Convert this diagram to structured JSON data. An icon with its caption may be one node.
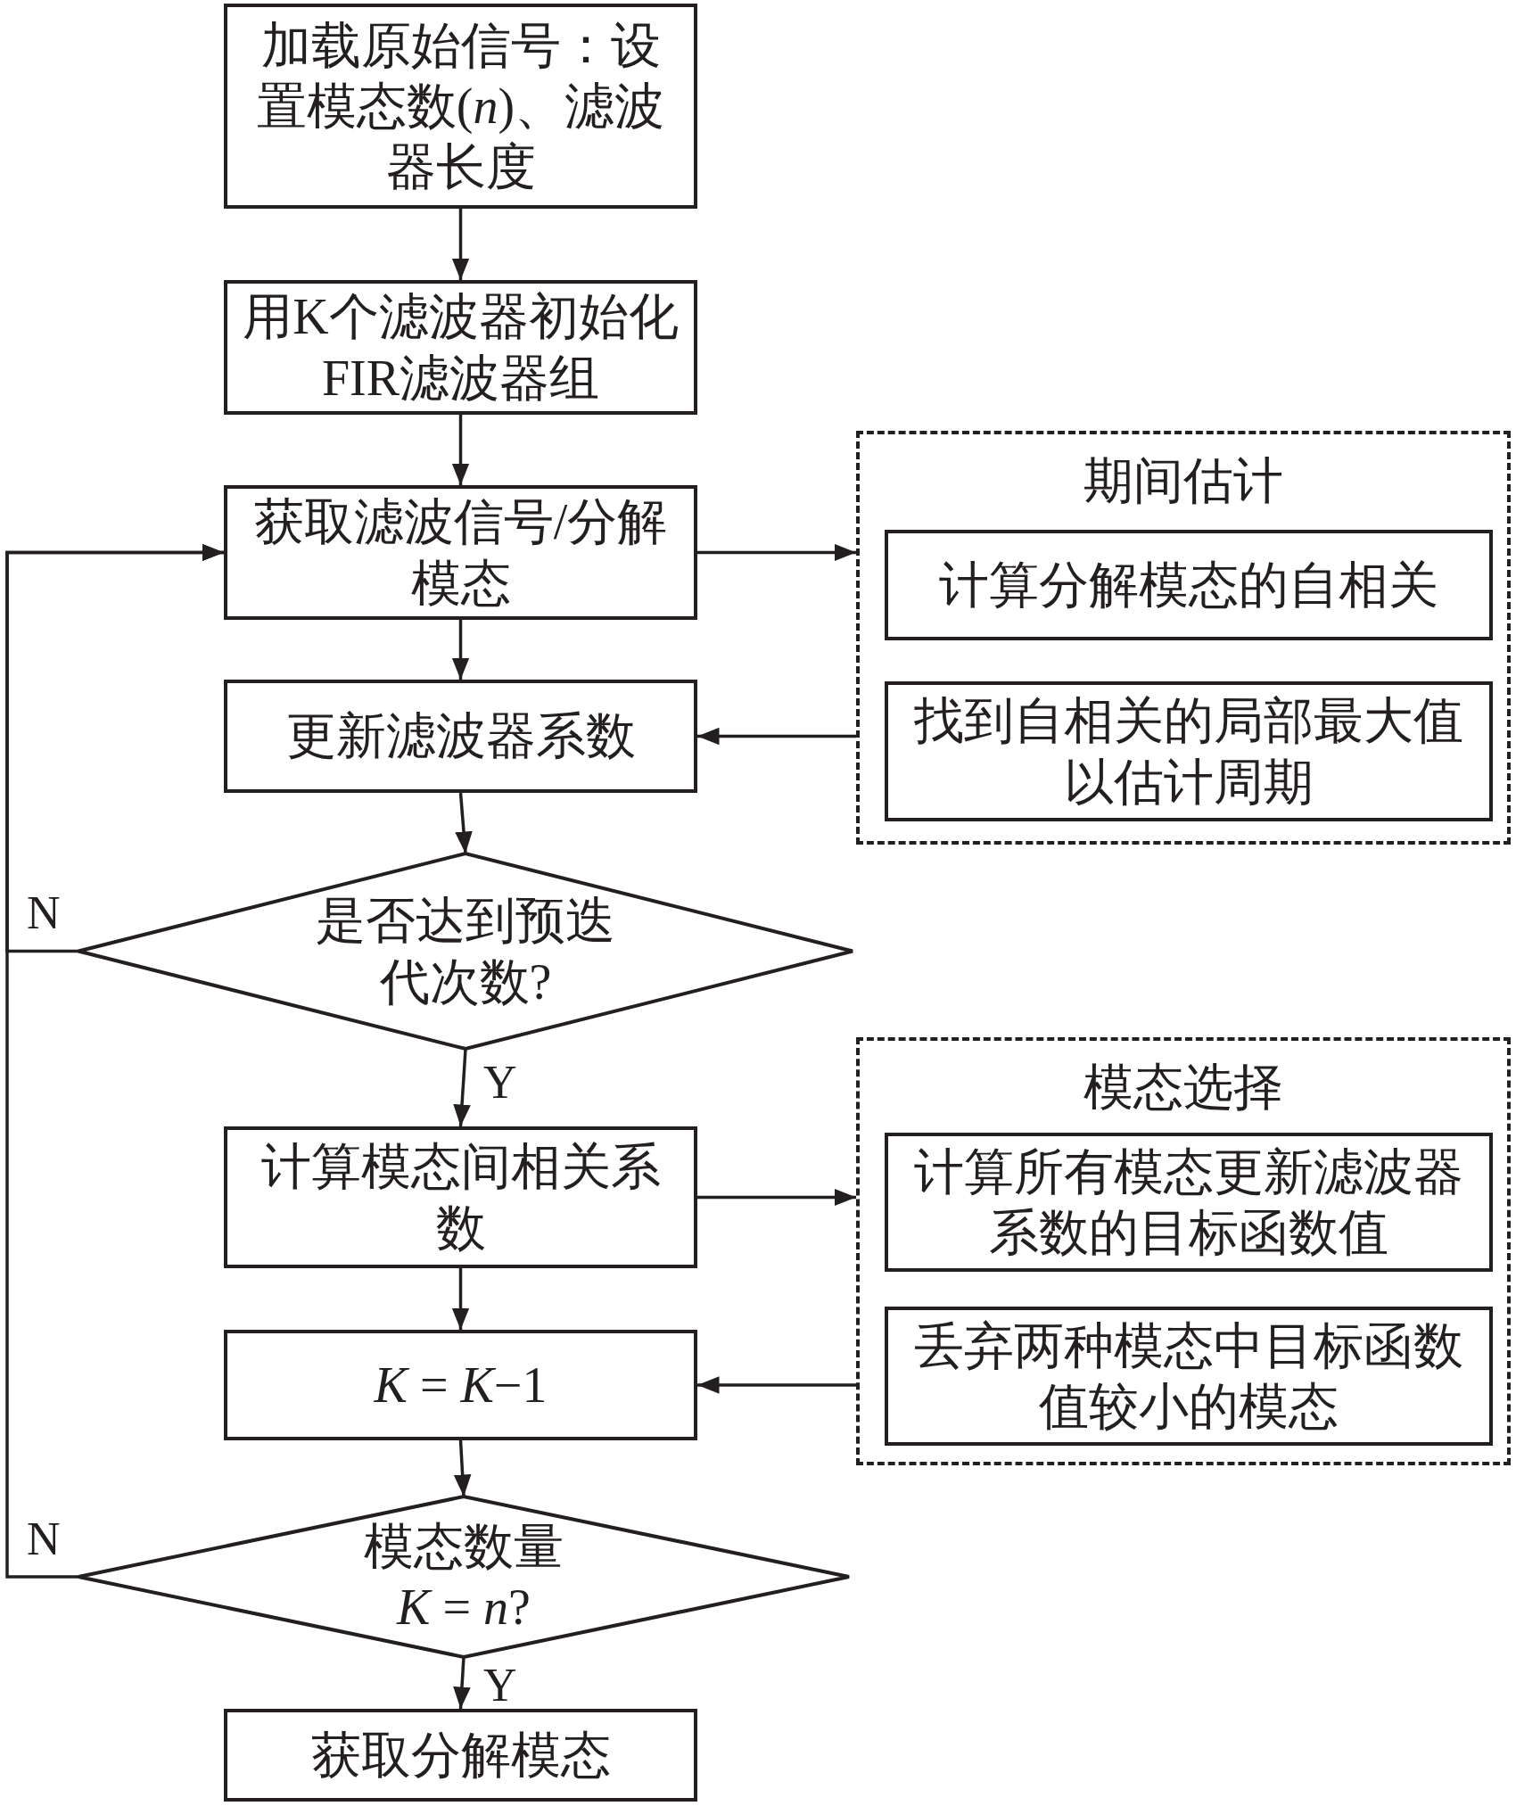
{
  "diagram": {
    "nodes": [
      {
        "text": [
          "加载原始信号：设置模态数(*n*)、滤波器长度"
        ]
      },
      {
        "text": [
          "用K个滤波器初始化FIR滤波器组"
        ]
      },
      {
        "text": [
          "获取滤波信号/分解模态"
        ]
      },
      {
        "text": [
          "期间估计"
        ]
      },
      {
        "text": [
          "计算分解模态的自相关"
        ],
        "in": 3
      },
      {
        "text": [
          "找到自相关的局部最大值以估计周期"
        ],
        "in": 3
      },
      {
        "text": [
          "更新滤波器系数"
        ]
      },
      {
        "text": [
          "是否达到预迭代次数?"
        ]
      },
      {
        "text": [
          "计算模态间相关系数"
        ]
      },
      {
        "text": [
          "模态选择"
        ]
      },
      {
        "text": [
          "计算所有模态更新滤波器系数的目标函数值"
        ],
        "in": 9
      },
      {
        "text": [
          "丢弃两种模态中目标函数值较小的模态"
        ],
        "in": 9
      },
      {
        "text": [
          "*K* = *K*−1"
        ]
      },
      {
        "text": [
          "模态数量 *K* = *n*?"
        ]
      },
      {
        "text": [
          "获取分解模态"
        ]
      }
    ],
    "edges": [
      {
        "from": 0,
        "to": 1,
        "arrow": "to"
      },
      {
        "from": 1,
        "to": 2,
        "arrow": "to"
      },
      {
        "from": 2,
        "to": 3,
        "arrow": "to"
      },
      {
        "from": 2,
        "to": 6,
        "arrow": "to"
      },
      {
        "from": 3,
        "to": 6,
        "arrow": "to"
      },
      {
        "from": 6,
        "to": 7,
        "arrow": "to"
      },
      {
        "from": 7,
        "to": 8,
        "arrow": "to",
        "label": "Y"
      },
      {
        "from": 7,
        "to": 2,
        "arrow": "to",
        "label": "N"
      },
      {
        "from": 8,
        "to": 9,
        "arrow": "to"
      },
      {
        "from": 8,
        "to": 12,
        "arrow": "to"
      },
      {
        "from": 9,
        "to": 12,
        "arrow": "to"
      },
      {
        "from": 12,
        "to": 13,
        "arrow": "to"
      },
      {
        "from": 13,
        "to": 2,
        "arrow": "to",
        "label": "N"
      },
      {
        "from": 13,
        "to": 14,
        "arrow": "to",
        "label": "Y"
      }
    ]
  }
}
